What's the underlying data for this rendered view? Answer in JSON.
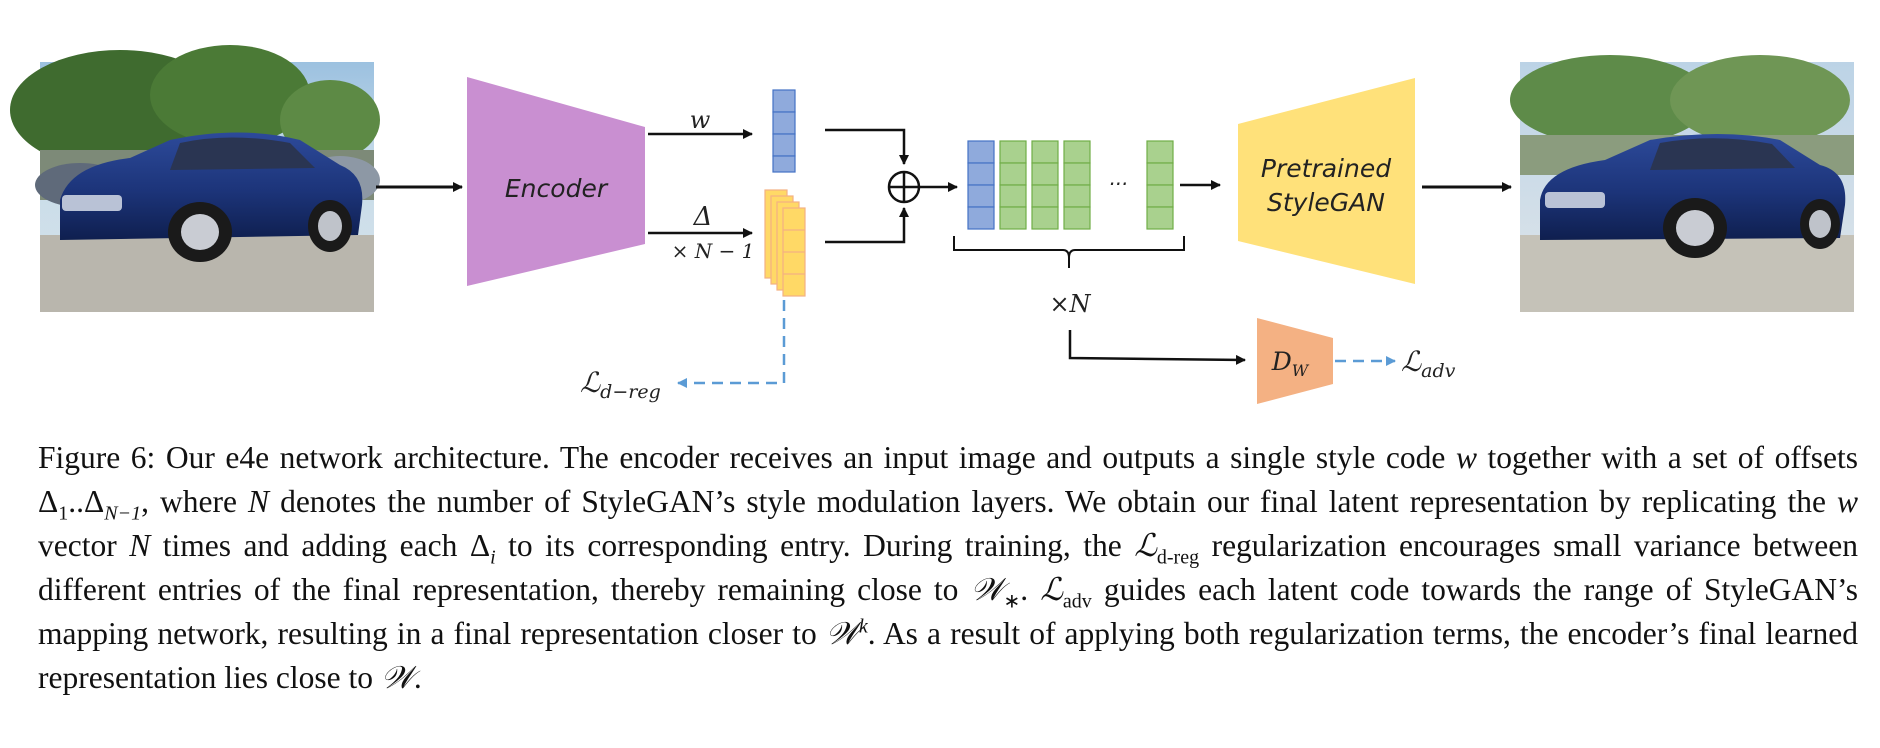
{
  "figure": {
    "encoder_label": "Encoder",
    "w_label": "w",
    "delta_label": "Δ",
    "times_n_minus_1": "× N − 1",
    "ellipsis": "···",
    "times_n": "×N",
    "stylegan_line1": "Pretrained",
    "stylegan_line2": "StyleGAN",
    "discriminator_main": "D",
    "discriminator_sub": "W",
    "loss_dreg_main": "ℒ",
    "loss_dreg_sub": "d−reg",
    "loss_adv_main": "ℒ",
    "loss_adv_sub": "adv",
    "colors": {
      "encoder": "#c98fd1",
      "w_block": "#8faadc",
      "w_block_border": "#4472c4",
      "delta_block": "#ffd966",
      "delta_block_border": "#f4b183",
      "latent_green": "#a9d18e",
      "latent_green_border": "#70ad47",
      "stylegan": "#ffe17a",
      "discriminator": "#f4b183",
      "dashed_arrow": "#5b9bd5"
    }
  },
  "caption": {
    "fig_label": "Figure 6:",
    "p1": " Our e4e network architecture. The encoder receives an input image and outputs a single style code ",
    "w1": "w",
    "p2": " together with a set of offsets ",
    "delta1": "Δ",
    "sub1": "1",
    "dots": "..",
    "delta2": "Δ",
    "subN1": "N−1",
    "p3": ", where ",
    "N1": "N",
    "p4": " denotes the number of StyleGAN’s style modulation layers. We obtain our final latent representation by replicating the ",
    "w2": "w",
    "p5": " vector ",
    "N2": "N",
    "p6": " times and adding each ",
    "delta3": "Δ",
    "subi": "i",
    "p7": " to its corresponding entry. During training, the ",
    "L1": "ℒ",
    "subdreg": "d-reg",
    "p8": " regularization encourages small variance between different entries of the final representation, thereby remaining close to ",
    "W1": "𝒲",
    "substar": "∗",
    "p9": ". ",
    "L2": "ℒ",
    "subadv": "adv",
    "p10": " guides each latent code towards the range of StyleGAN’s mapping network, resulting in a final representation closer to ",
    "W2": "𝒲",
    "supk": "k",
    "p11": ". As a result of applying both regularization terms, the encoder’s final learned representation lies close to ",
    "W3": "𝒲",
    "p12": "."
  }
}
